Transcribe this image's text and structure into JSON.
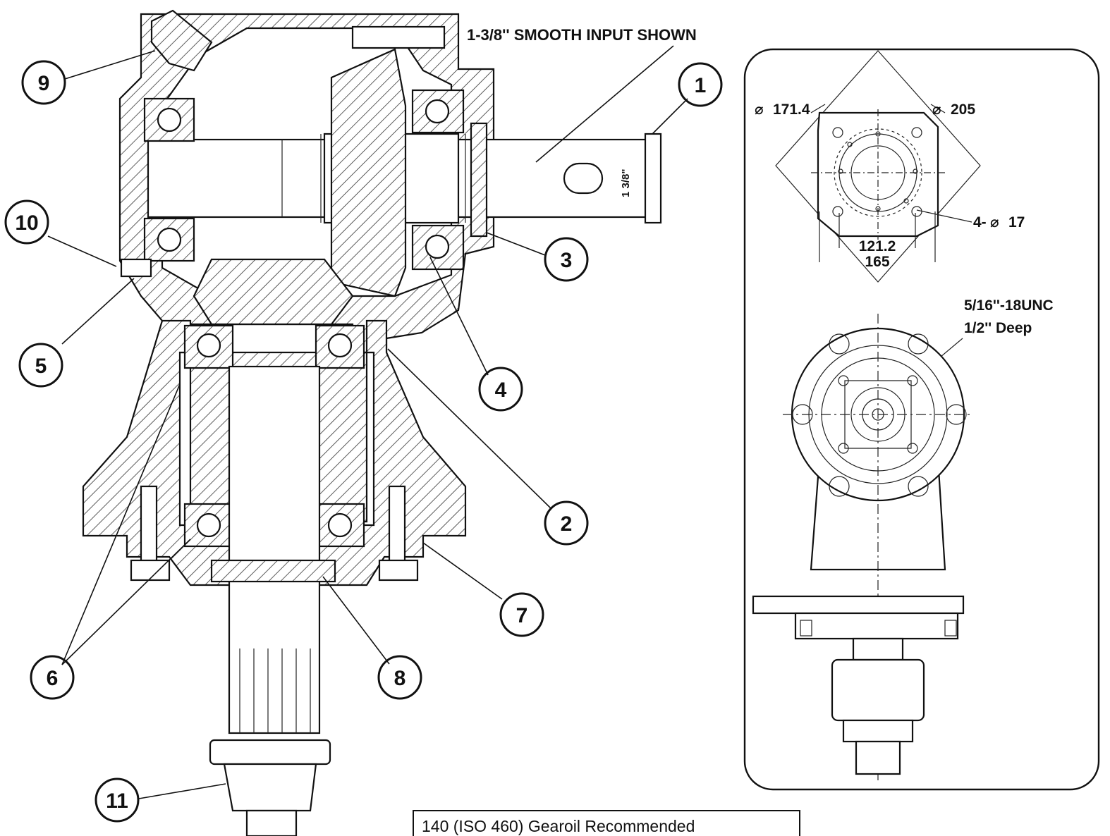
{
  "input_label": "1-3/8'' SMOOTH INPUT SHOWN",
  "shaft_label": "1 3/8\"",
  "callouts": [
    {
      "id": "1",
      "label": "1"
    },
    {
      "id": "2",
      "label": "2"
    },
    {
      "id": "3",
      "label": "3"
    },
    {
      "id": "4",
      "label": "4"
    },
    {
      "id": "5",
      "label": "5"
    },
    {
      "id": "6",
      "label": "6"
    },
    {
      "id": "7",
      "label": "7"
    },
    {
      "id": "8",
      "label": "8"
    },
    {
      "id": "9",
      "label": "9"
    },
    {
      "id": "10",
      "label": "10"
    },
    {
      "id": "11",
      "label": "11"
    }
  ],
  "top_view": {
    "dia_inner": "171.4",
    "dia_outer": "205",
    "holes": "4-",
    "holes_dia": "17",
    "width_inner": "121.2",
    "width_outer": "165"
  },
  "thread_note": {
    "line1": "5/16''-18UNC",
    "line2": "1/2'' Deep"
  },
  "oil_note": "140 (ISO 460) Gearoil Recommended",
  "colors": {
    "line": "#111111",
    "background": "#ffffff",
    "hatch": "#333333"
  }
}
